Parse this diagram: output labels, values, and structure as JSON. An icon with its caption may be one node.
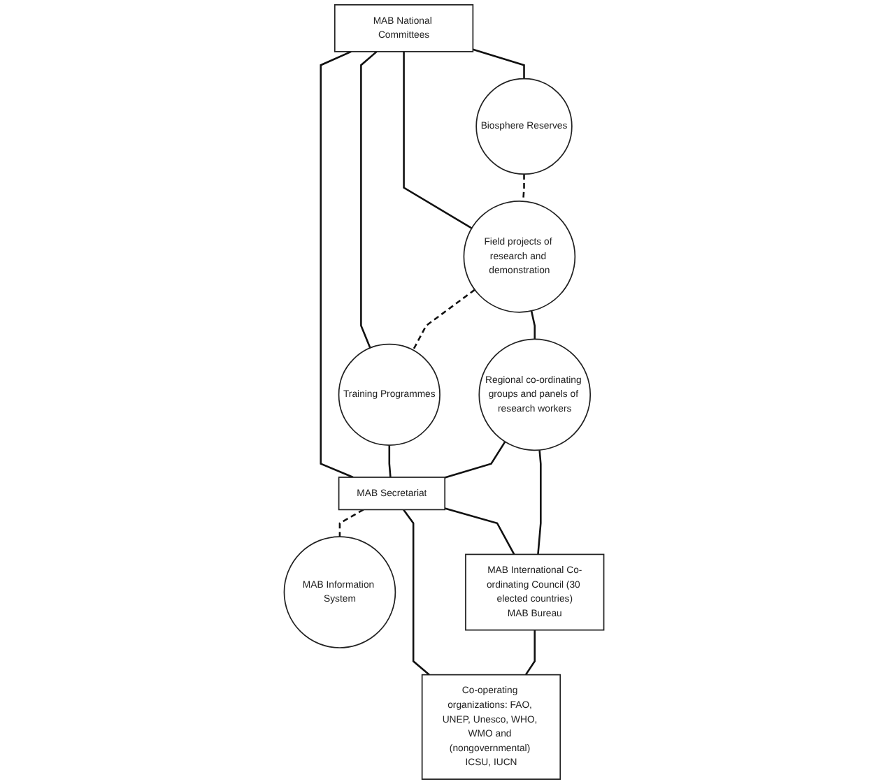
{
  "diagram": {
    "nodes": [
      {
        "text": [
          "MAB National Committees"
        ]
      },
      {
        "text": [
          "Biosphere Reserves"
        ]
      },
      {
        "text": [
          "Field projects of research and demonstration"
        ]
      },
      {
        "text": [
          "Training Programmes"
        ]
      },
      {
        "text": [
          "MAB Information System"
        ]
      },
      {
        "text": [
          "MAB Secretariat"
        ]
      },
      {
        "text": [
          "Regional co-ordinating groups and panels of research workers"
        ]
      },
      {
        "text": [
          "Co-operating organizations: FAO, UNEP, Unesco, WHO, WMO and (nongovernmental) ICSU, IUCN"
        ]
      },
      {
        "text": [
          "MAB International Co-ordinating Council (30 elected countries)",
          "MAB Bureau"
        ]
      }
    ],
    "edges": [
      {
        "from": 0,
        "to": 1,
        "arrow": "none"
      },
      {
        "from": 0,
        "to": 2,
        "arrow": "none"
      },
      {
        "from": 0,
        "to": 5,
        "arrow": "none"
      },
      {
        "from": 0,
        "to": 3,
        "arrow": "none"
      },
      {
        "from": 1,
        "to": 2,
        "arrow": "none",
        "style": "dashed"
      },
      {
        "from": 2,
        "to": 3,
        "arrow": "none",
        "style": "dashed"
      },
      {
        "from": 2,
        "to": 6,
        "arrow": "none"
      },
      {
        "from": 3,
        "to": 5,
        "arrow": "none"
      },
      {
        "from": 5,
        "to": 4,
        "arrow": "none",
        "style": "dashed"
      },
      {
        "from": 6,
        "to": 5,
        "arrow": "none"
      },
      {
        "from": 5,
        "to": 8,
        "arrow": "none"
      },
      {
        "from": 5,
        "to": 7,
        "arrow": "none"
      },
      {
        "from": 6,
        "to": 8,
        "arrow": "none"
      },
      {
        "from": 8,
        "to": 7,
        "arrow": "none"
      }
    ]
  }
}
